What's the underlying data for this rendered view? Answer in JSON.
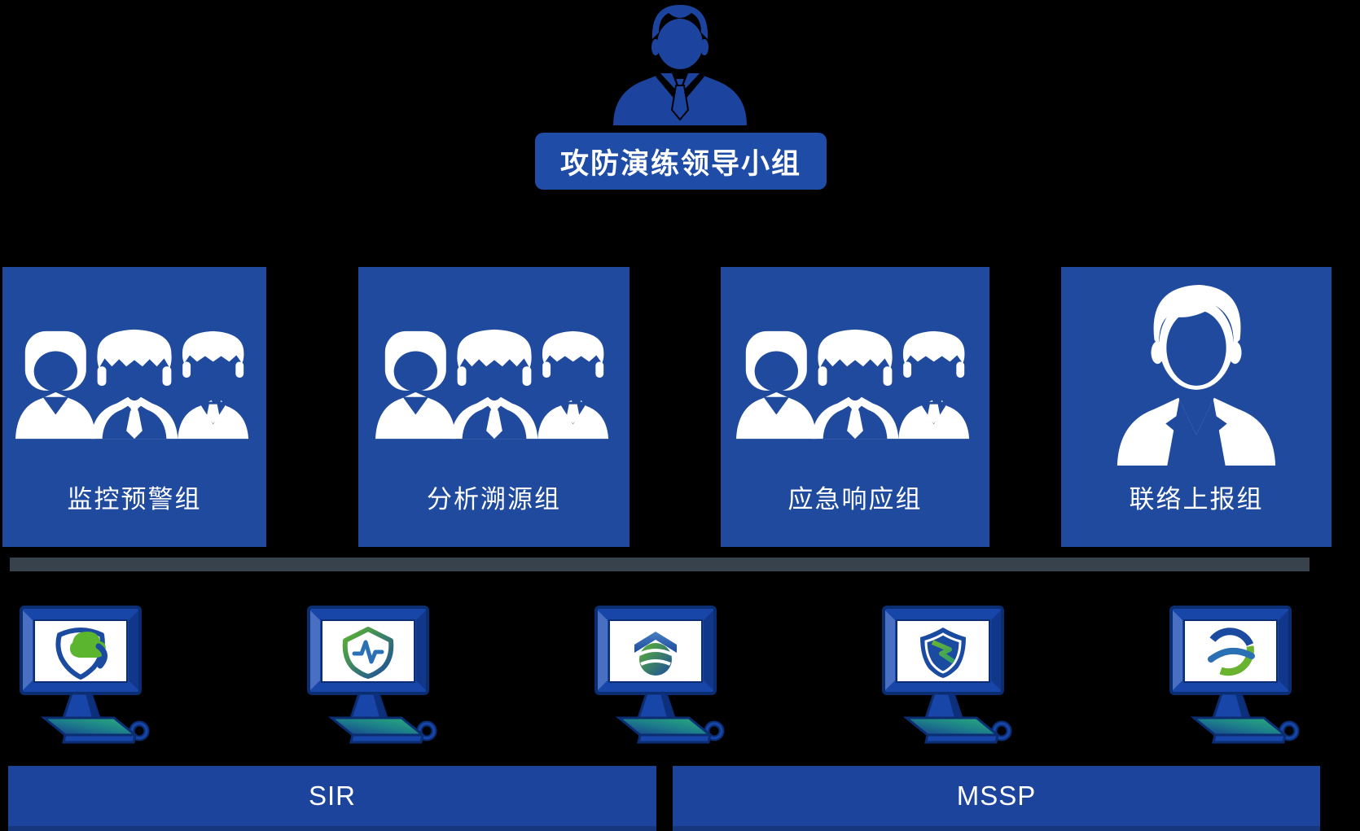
{
  "leader": {
    "label": "攻防演练领导小组",
    "icon": "businessman-icon"
  },
  "teams": [
    {
      "label": "监控预警组",
      "icon": "team-people-icon"
    },
    {
      "label": "分析溯源组",
      "icon": "team-people-icon"
    },
    {
      "label": "应急响应组",
      "icon": "team-people-icon"
    },
    {
      "label": "联络上报组",
      "icon": "person-suit-icon"
    }
  ],
  "workstations": [
    {
      "icon": "shield-cloud-logo"
    },
    {
      "icon": "shield-pulse-logo"
    },
    {
      "icon": "shield-globe-logo"
    },
    {
      "icon": "shield-arrow-logo"
    },
    {
      "icon": "ribbon-sphere-logo"
    }
  ],
  "platforms": {
    "left": "SIR",
    "right": "MSSP"
  },
  "colors": {
    "background": "#000000",
    "box_blue": "#1f4a9e",
    "bar_blue": "#1c449c",
    "connector_gray": "#37424d",
    "monitor_frame_blue": "#1746a8",
    "monitor_outline_navy": "#0b2d72",
    "logo_blue": "#1b4ba0",
    "logo_green": "#5cb52e",
    "icon_white": "#ffffff"
  }
}
